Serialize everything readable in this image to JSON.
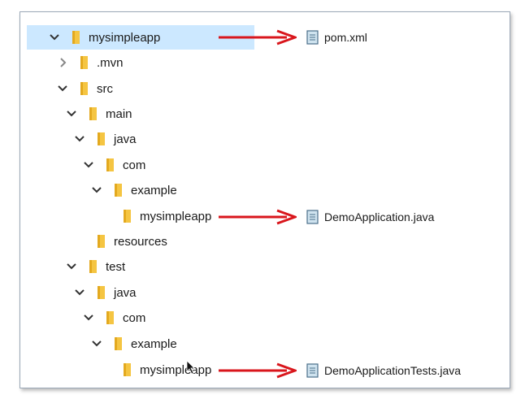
{
  "tree": {
    "root_label": "mysimpleapp",
    "mvn_label": ".mvn",
    "src_label": "src",
    "main_label": "main",
    "main_java_label": "java",
    "main_com_label": "com",
    "main_example_label": "example",
    "main_pkg_label": "mysimpleapp",
    "resources_label": "resources",
    "test_label": "test",
    "test_java_label": "java",
    "test_com_label": "com",
    "test_example_label": "example",
    "test_pkg_label": "mysimpleapp"
  },
  "files": {
    "pom": "pom.xml",
    "app": "DemoApplication.java",
    "tests": "DemoApplicationTests.java"
  },
  "colors": {
    "selection": "#cce8ff",
    "arrow": "#d9161c",
    "folder": "#f5c542",
    "panel_border": "#9aa7b6"
  }
}
